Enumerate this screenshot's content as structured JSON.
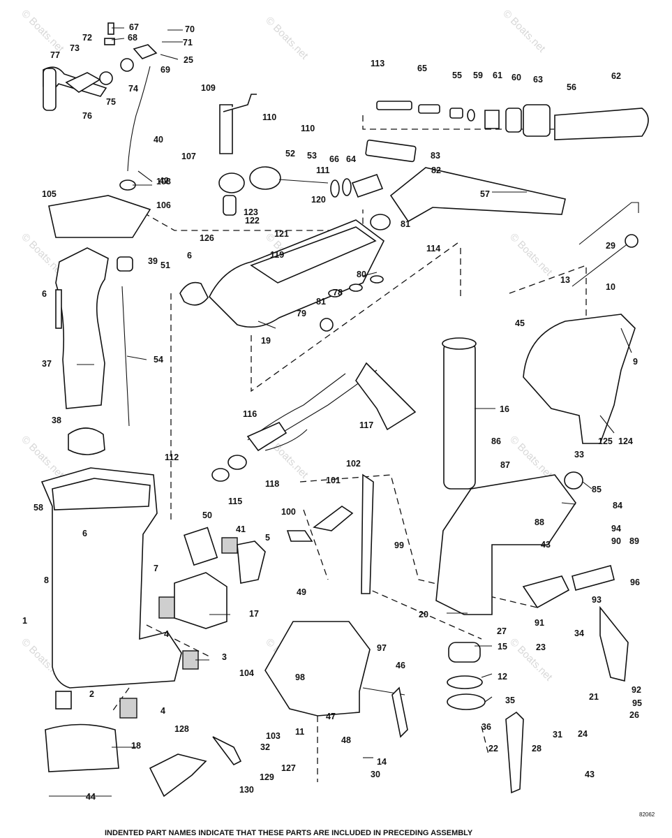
{
  "watermark": "© Boats.net",
  "drawing_code": "82062",
  "footer_note": "INDENTED PART NAMES INDICATE THAT THESE PARTS ARE INCLUDED IN PRECEDING ASSEMBLY",
  "labels": [
    "1",
    "2",
    "3",
    "4",
    "4",
    "5",
    "6",
    "6",
    "6",
    "7",
    "8",
    "9",
    "10",
    "11",
    "12",
    "13",
    "14",
    "15",
    "16",
    "17",
    "18",
    "19",
    "20",
    "21",
    "22",
    "23",
    "24",
    "25",
    "26",
    "27",
    "28",
    "29",
    "30",
    "31",
    "32",
    "33",
    "34",
    "35",
    "36",
    "37",
    "38",
    "39",
    "40",
    "41",
    "42",
    "43",
    "43",
    "44",
    "45",
    "46",
    "47",
    "48",
    "49",
    "50",
    "51",
    "52",
    "53",
    "54",
    "55",
    "56",
    "57",
    "58",
    "59",
    "60",
    "61",
    "62",
    "63",
    "64",
    "65",
    "66",
    "67",
    "68",
    "69",
    "70",
    "71",
    "72",
    "73",
    "74",
    "75",
    "76",
    "77",
    "78",
    "79",
    "80",
    "81",
    "81",
    "82",
    "83",
    "84",
    "85",
    "86",
    "87",
    "88",
    "89",
    "90",
    "91",
    "92",
    "93",
    "94",
    "95",
    "96",
    "97",
    "98",
    "99",
    "100",
    "101",
    "102",
    "103",
    "104",
    "105",
    "106",
    "107",
    "108",
    "109",
    "110",
    "110",
    "111",
    "112",
    "113",
    "114",
    "115",
    "116",
    "117",
    "118",
    "119",
    "120",
    "121",
    "122",
    "123",
    "124",
    "125",
    "126",
    "127",
    "128",
    "129",
    "130"
  ]
}
